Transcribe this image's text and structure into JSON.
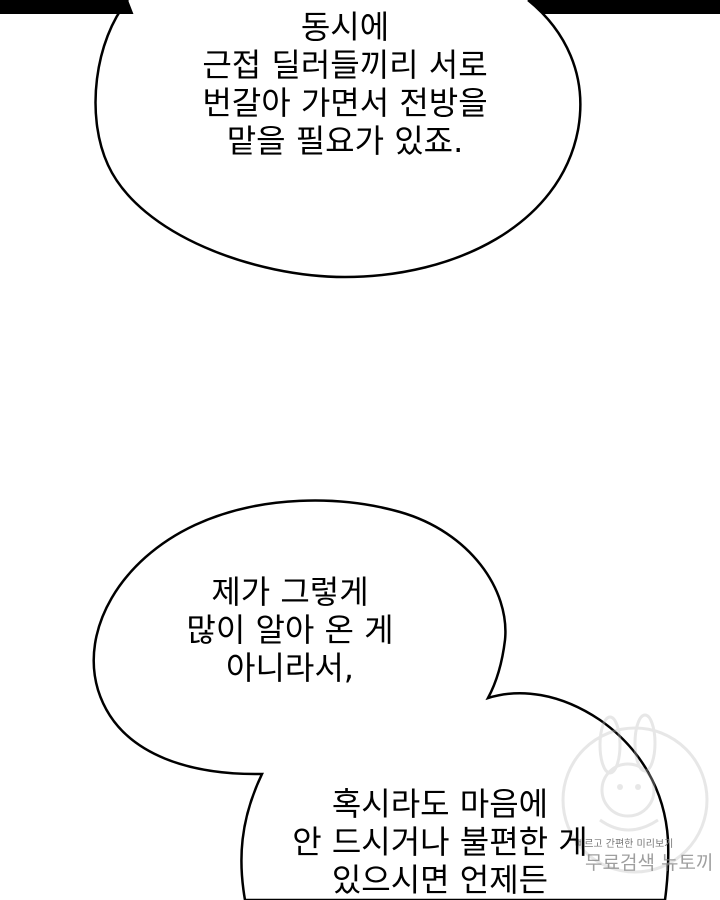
{
  "panel": {
    "bubble_1": {
      "lines": [
        "동시에",
        "근접 딜러들끼리 서로",
        "번갈아 가면서 전방을",
        "맡을 필요가 있죠."
      ]
    },
    "bubble_2": {
      "lines": [
        "제가 그렇게",
        "많이 알아 온 게",
        "아니라서,"
      ]
    },
    "bubble_3": {
      "lines": [
        "혹시라도 마음에",
        "안 드시거나 불편한 게",
        "있으시면 언제든"
      ]
    }
  },
  "watermark": {
    "small_text": "빠르고 간편한 미리보기",
    "large_text": "무료검색 뉴토끼"
  },
  "colors": {
    "background": "#ffffff",
    "ink": "#000000"
  }
}
